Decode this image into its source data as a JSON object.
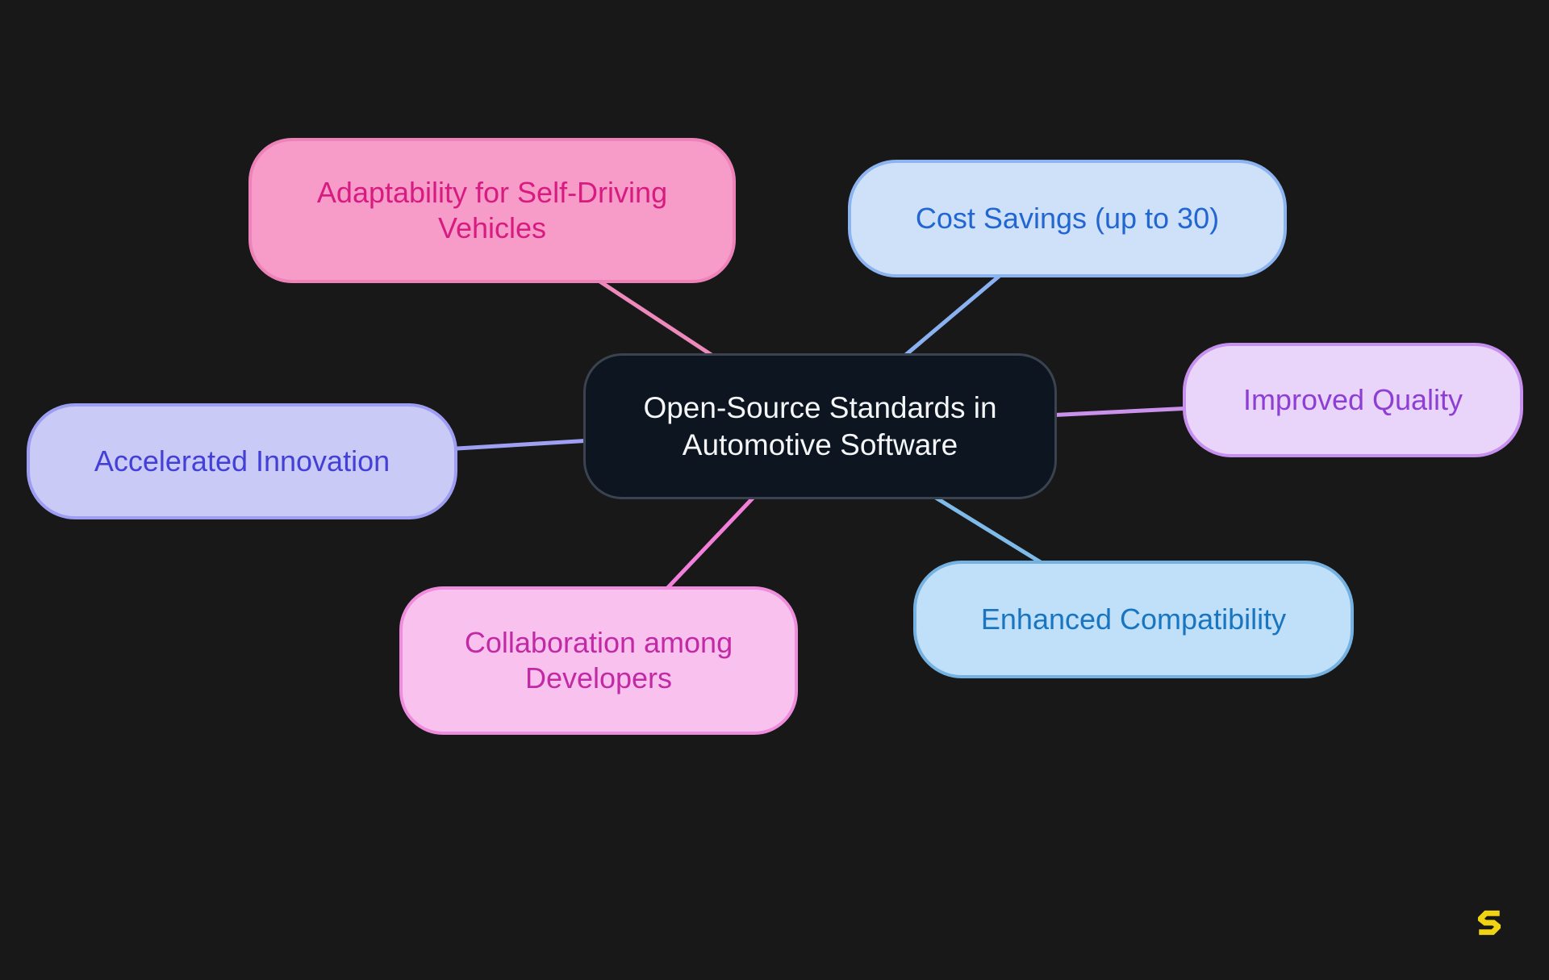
{
  "page": {
    "background": "#181818"
  },
  "diagram": {
    "center": {
      "label": "Open-Source Standards in\nAutomotive Software",
      "fill": "#0d1521",
      "border": "#3a434f",
      "text_color": "#f4f6f8"
    },
    "branches": [
      {
        "id": "adaptability",
        "label": "Adaptability for Self-Driving\nVehicles",
        "fill": "#f79bc9",
        "border": "#ee82b8",
        "text_color": "#d81b81",
        "link_color": "#ee8abb"
      },
      {
        "id": "cost-savings",
        "label": "Cost Savings (up to 30)",
        "fill": "#cfe1f9",
        "border": "#8cb4f1",
        "text_color": "#2166d1",
        "link_color": "#8ab1f1"
      },
      {
        "id": "improved-quality",
        "label": "Improved Quality",
        "fill": "#e9d5f9",
        "border": "#c78fee",
        "text_color": "#8e3ed4",
        "link_color": "#ca92ea"
      },
      {
        "id": "accelerated-innovation",
        "label": "Accelerated Innovation",
        "fill": "#cacaf6",
        "border": "#9d9df3",
        "text_color": "#4340d7",
        "link_color": "#9f9ff4"
      },
      {
        "id": "collaboration",
        "label": "Collaboration among\nDevelopers",
        "fill": "#f9c2ee",
        "border": "#f08cdd",
        "text_color": "#c22aa5",
        "link_color": "#f27fd9"
      },
      {
        "id": "enhanced-compatibility",
        "label": "Enhanced Compatibility",
        "fill": "#bfe0f8",
        "border": "#75b2e1",
        "text_color": "#1a75c1",
        "link_color": "#7fbbe9"
      }
    ]
  },
  "logo": {
    "glyph": "S",
    "color": "#f0d414"
  }
}
